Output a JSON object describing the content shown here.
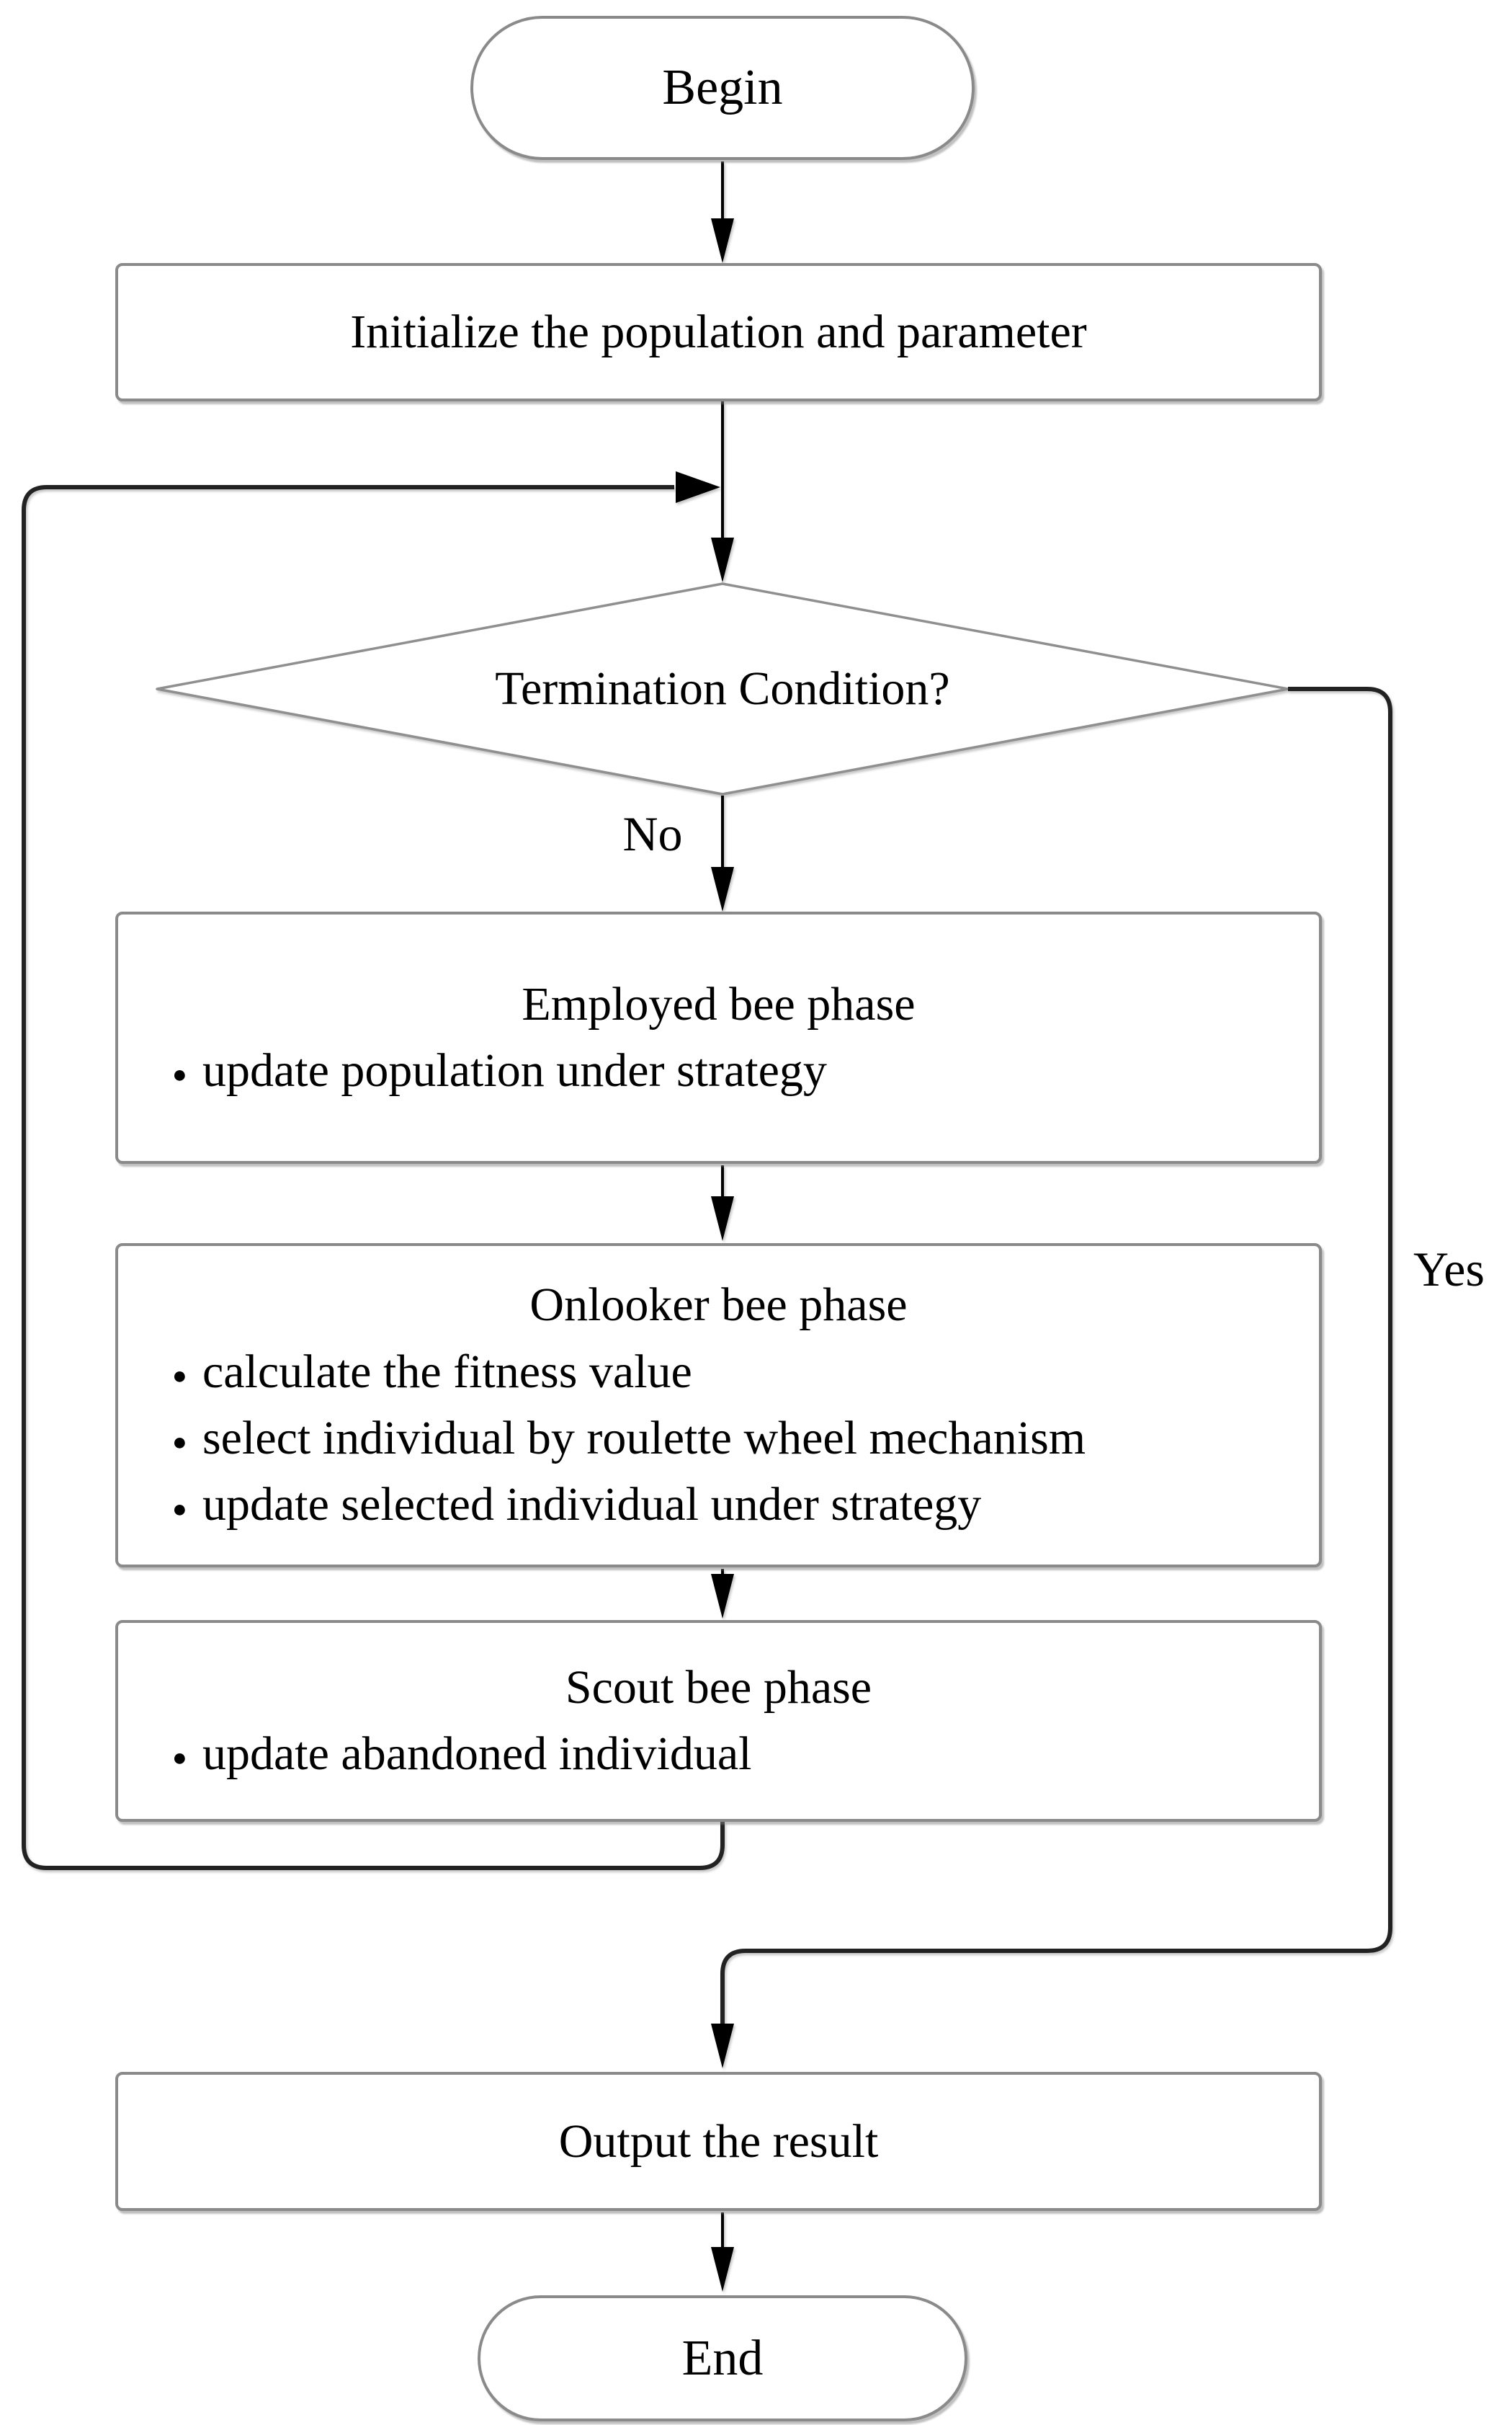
{
  "flowchart": {
    "nodes": {
      "begin": {
        "label": "Begin"
      },
      "initialize": {
        "label": "Initialize the population and parameter"
      },
      "termination": {
        "label": "Termination Condition?"
      },
      "employed": {
        "title": "Employed bee phase",
        "bullets": [
          "update population under strategy"
        ]
      },
      "onlooker": {
        "title": "Onlooker bee phase",
        "bullets": [
          "calculate the fitness value",
          "select individual by roulette wheel mechanism",
          "update selected individual under strategy"
        ]
      },
      "scout": {
        "title": "Scout bee phase",
        "bullets": [
          "update abandoned individual"
        ]
      },
      "output": {
        "label": "Output the result"
      },
      "end": {
        "label": "End"
      }
    },
    "edge_labels": {
      "no": "No",
      "yes": "Yes"
    },
    "colors": {
      "node_fill": "#ffffff",
      "node_border": "#8a8a8a",
      "connector": "#1c1c1c",
      "text": "#000000"
    }
  }
}
